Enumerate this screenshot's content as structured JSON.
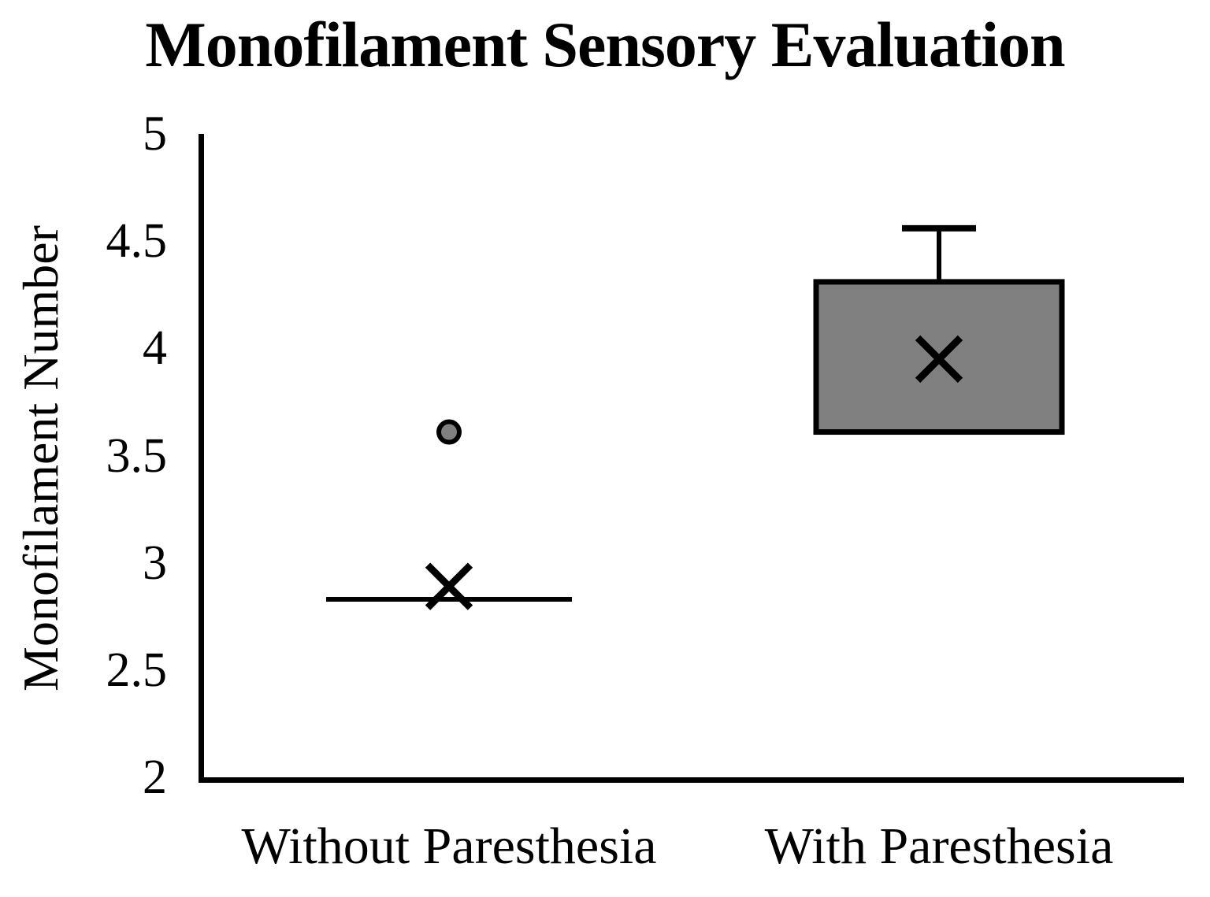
{
  "chart_data": {
    "type": "boxplot",
    "title": "Monofilament Sensory Evaluation",
    "ylabel": "Monofilament Number",
    "xlabel": "",
    "ylim": [
      2,
      5
    ],
    "yticks": [
      2,
      2.5,
      3,
      3.5,
      4,
      4.5,
      5
    ],
    "ytick_labels": [
      "2",
      "2.5",
      "3",
      "3.5",
      "4",
      "4.5",
      "5"
    ],
    "grid": false,
    "legend": false,
    "categories": [
      "Without Paresthesia",
      "With Paresthesia"
    ],
    "category_positions": [
      0.25,
      0.75
    ],
    "series": [
      {
        "name": "Without Paresthesia",
        "whisker_low": 2.83,
        "q1": 2.83,
        "median": 2.83,
        "q3": 2.83,
        "whisker_high": 2.83,
        "mean": 2.89,
        "outliers": [
          3.61
        ]
      },
      {
        "name": "With Paresthesia",
        "whisker_low": 3.61,
        "q1": 3.61,
        "median": 3.61,
        "q3": 4.31,
        "whisker_high": 4.56,
        "mean": 3.95,
        "outliers": []
      }
    ],
    "style": {
      "box_fill": "#808080",
      "stroke": "#000000",
      "background": "#ffffff",
      "mean_marker": "x",
      "outlier_marker": "circle"
    }
  }
}
